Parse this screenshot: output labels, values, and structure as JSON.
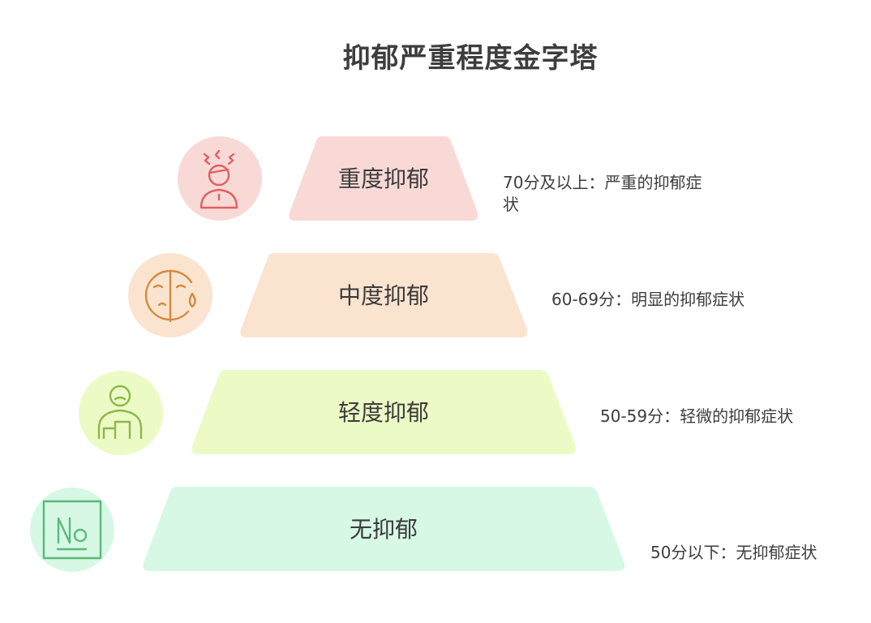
{
  "title": "抑郁严重程度金字塔",
  "levels": [
    {
      "label": "重度抑郁",
      "description": "70分及以上：严重的抑郁症状",
      "icon": "stressed-person-icon",
      "fill": "#f9d9d6",
      "circle": "#f9d9d6",
      "stroke": "#e06060"
    },
    {
      "label": "中度抑郁",
      "description": "60-69分：明显的抑郁症状",
      "icon": "sad-face-tear-icon",
      "fill": "#fae4cf",
      "circle": "#fae4cf",
      "stroke": "#d58a3c"
    },
    {
      "label": "轻度抑郁",
      "description": "50-59分：轻微的抑郁症状",
      "icon": "person-with-boxes-icon",
      "fill": "#ecfbc6",
      "circle": "#ecfbc6",
      "stroke": "#8cb84b"
    },
    {
      "label": "无抑郁",
      "description": "50分以下：无抑郁症状",
      "icon": "no-sign-icon",
      "fill": "#d6f8e5",
      "circle": "#d6f8e5",
      "stroke": "#5bb97a"
    }
  ]
}
